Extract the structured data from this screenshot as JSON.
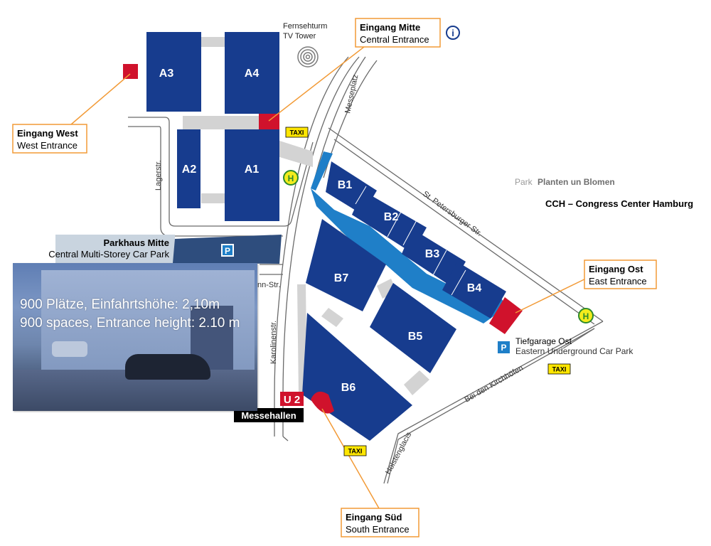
{
  "halls": [
    {
      "id": "A3",
      "label": "A3"
    },
    {
      "id": "A4",
      "label": "A4"
    },
    {
      "id": "A2",
      "label": "A2"
    },
    {
      "id": "A1",
      "label": "A1"
    },
    {
      "id": "B1",
      "label": "B1"
    },
    {
      "id": "B2",
      "label": "B2"
    },
    {
      "id": "B3",
      "label": "B3"
    },
    {
      "id": "B4",
      "label": "B4"
    },
    {
      "id": "B5",
      "label": "B5"
    },
    {
      "id": "B6",
      "label": "B6"
    },
    {
      "id": "B7",
      "label": "B7"
    }
  ],
  "entrances": {
    "west": {
      "title": "Eingang West",
      "subtitle": "West Entrance"
    },
    "central": {
      "title": "Eingang Mitte",
      "subtitle": "Central Entrance"
    },
    "east": {
      "title": "Eingang Ost",
      "subtitle": "East Entrance"
    },
    "south": {
      "title": "Eingang Süd",
      "subtitle": "South Entrance"
    }
  },
  "landmarks": {
    "tv_tower": {
      "line1": "Fernsehturm",
      "line2": "TV Tower"
    },
    "park_prefix": "Park",
    "park_name": "Planten un Blomen",
    "cch": "CCH – Congress Center Hamburg",
    "info_symbol": "i"
  },
  "parking": {
    "central": {
      "title": "Parkhaus Mitte",
      "subtitle": "Central Multi-Storey Car Park"
    },
    "east": {
      "title": "Tiefgarage Ost",
      "subtitle": "Eastern Underground Car Park"
    },
    "symbol": "P",
    "photo_caption_de": "900 Plätze, Einfahrtshöhe: 2,10m",
    "photo_caption_en": "900 spaces, Entrance height: 2.10 m"
  },
  "streets": {
    "lagerstr": "Lagerstr.",
    "messeplatz": "Messeplatz",
    "st_petersburger": "St. Petersburger Str.",
    "karolinenstr": "Karolinenstr.",
    "partial": "nn-Str.",
    "bei_den_kirchhoefen": "Bei den Kirchhöfen",
    "holstenglacis": "Holstenglacis"
  },
  "transit": {
    "taxi": "TAXI",
    "bus_symbol": "H",
    "ubahn_line": "U 2",
    "ubahn_station": "Messehallen"
  },
  "colors": {
    "hall": "#173c8e",
    "hall_b_light": "#1f7fc8",
    "entrance": "#d0122c",
    "callout": "#f29a36",
    "walkway": "#d3d3d3",
    "taxi": "#ffe600",
    "bus": "#f4ec1c",
    "parking": "#2e4d7d"
  }
}
